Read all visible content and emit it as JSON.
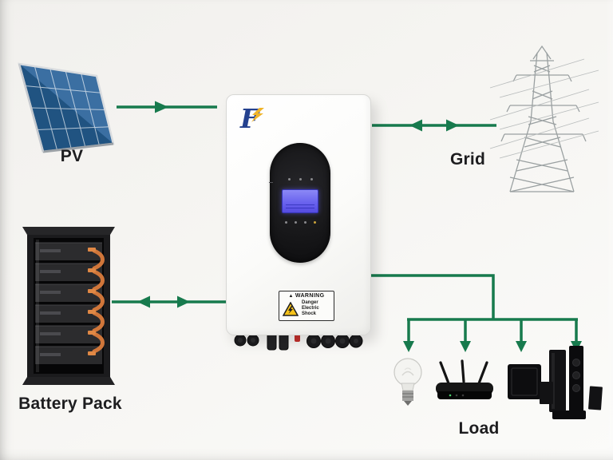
{
  "diagram": {
    "nodes": {
      "pv": {
        "label": "PV"
      },
      "grid": {
        "label": "Grid"
      },
      "battery": {
        "label": "Battery Pack"
      },
      "load": {
        "label": "Load"
      }
    },
    "inverter": {
      "brand_logo_text": "F",
      "warning_title": "WARNING",
      "warning_line1": "Danger",
      "warning_line2": "Electric",
      "warning_line3": "Shock"
    },
    "connections": [
      {
        "from": "pv",
        "to": "inverter",
        "direction": "one-way"
      },
      {
        "from": "grid",
        "to": "inverter",
        "direction": "two-way"
      },
      {
        "from": "battery",
        "to": "inverter",
        "direction": "two-way"
      },
      {
        "from": "inverter",
        "to": "load",
        "direction": "one-way",
        "branch_count": 4
      }
    ],
    "colors": {
      "arrow_green": "#177a4d",
      "label_text": "#1d1d1f",
      "lcd_blue": "#6a63ee",
      "panel_blue": "#245887",
      "cable_orange": "#d0763a",
      "background": "#f6f5f2"
    }
  }
}
